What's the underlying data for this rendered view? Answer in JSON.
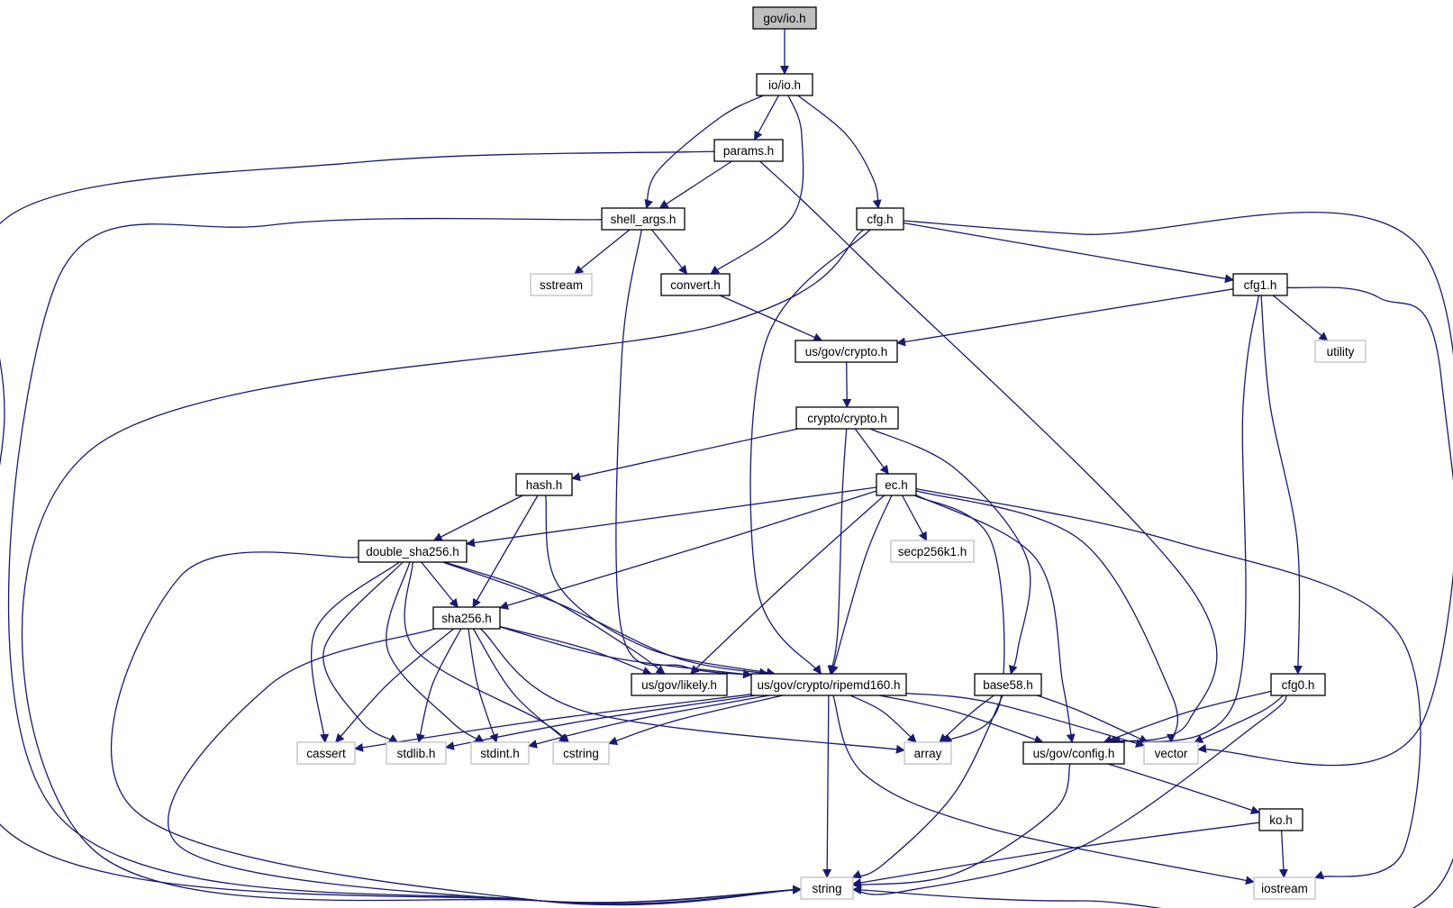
{
  "colors": {
    "edge": "#191970",
    "node_border": "#000000",
    "system_border": "#bfbfbf",
    "root_fill": "#bfbfbf",
    "node_fill": "#ffffff"
  },
  "nodes": [
    {
      "id": "gov_io",
      "label": "gov/io.h",
      "kind": "root"
    },
    {
      "id": "io_io",
      "label": "io/io.h",
      "kind": "file"
    },
    {
      "id": "params",
      "label": "params.h",
      "kind": "file"
    },
    {
      "id": "shell_args",
      "label": "shell_args.h",
      "kind": "file"
    },
    {
      "id": "cfg",
      "label": "cfg.h",
      "kind": "file"
    },
    {
      "id": "sstream",
      "label": "sstream",
      "kind": "system"
    },
    {
      "id": "convert",
      "label": "convert.h",
      "kind": "file"
    },
    {
      "id": "cfg1",
      "label": "cfg1.h",
      "kind": "file"
    },
    {
      "id": "utility",
      "label": "utility",
      "kind": "system"
    },
    {
      "id": "us_crypto",
      "label": "us/gov/crypto.h",
      "kind": "file"
    },
    {
      "id": "crypto_crypto",
      "label": "crypto/crypto.h",
      "kind": "file"
    },
    {
      "id": "hash",
      "label": "hash.h",
      "kind": "file"
    },
    {
      "id": "ec",
      "label": "ec.h",
      "kind": "file"
    },
    {
      "id": "double_sha256",
      "label": "double_sha256.h",
      "kind": "file"
    },
    {
      "id": "secp256k1",
      "label": "secp256k1.h",
      "kind": "system"
    },
    {
      "id": "sha256",
      "label": "sha256.h",
      "kind": "file"
    },
    {
      "id": "likely",
      "label": "us/gov/likely.h",
      "kind": "file"
    },
    {
      "id": "ripemd160",
      "label": "us/gov/crypto/ripemd160.h",
      "kind": "file"
    },
    {
      "id": "base58",
      "label": "base58.h",
      "kind": "file"
    },
    {
      "id": "cfg0",
      "label": "cfg0.h",
      "kind": "file"
    },
    {
      "id": "cassert",
      "label": "cassert",
      "kind": "system"
    },
    {
      "id": "stdlib",
      "label": "stdlib.h",
      "kind": "system"
    },
    {
      "id": "stdint",
      "label": "stdint.h",
      "kind": "system"
    },
    {
      "id": "cstring",
      "label": "cstring",
      "kind": "system"
    },
    {
      "id": "array",
      "label": "array",
      "kind": "system"
    },
    {
      "id": "config",
      "label": "us/gov/config.h",
      "kind": "file"
    },
    {
      "id": "vector",
      "label": "vector",
      "kind": "system"
    },
    {
      "id": "ko",
      "label": "ko.h",
      "kind": "file"
    },
    {
      "id": "string",
      "label": "string",
      "kind": "system"
    },
    {
      "id": "iostream",
      "label": "iostream",
      "kind": "system"
    }
  ]
}
